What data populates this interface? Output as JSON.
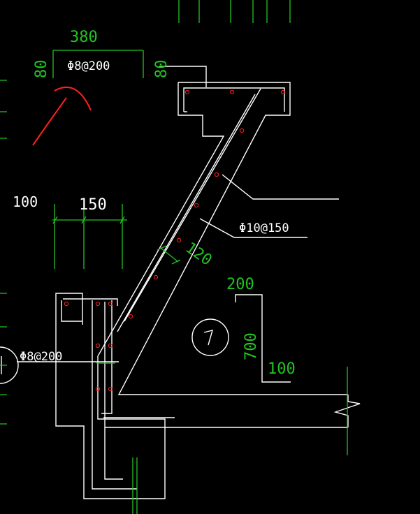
{
  "colors": {
    "background": "#000000",
    "outline": "#ffffff",
    "dimension": "#22c322",
    "rebar": "#ff2020",
    "markup": "#ff2020"
  },
  "dimensions": {
    "top_width": "380",
    "top_left_height": "80",
    "top_right_height": "80",
    "left_offset": "100",
    "bay_width": "150",
    "slab_thickness": "120",
    "ledge_width": "200",
    "ledge_height": "700",
    "ledge_bottom": "100"
  },
  "rebar_labels": {
    "top_stirrup": "Φ8@200",
    "slab_bars": "Φ10@150",
    "lower_stirrup": "Φ8@200"
  },
  "section_marker": "1"
}
